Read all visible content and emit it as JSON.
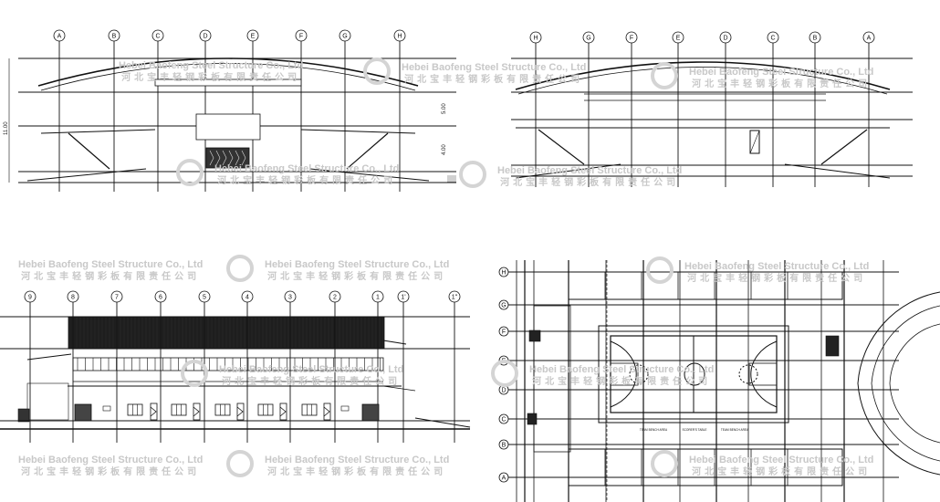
{
  "drawings": {
    "elevation_front": {
      "grid_labels": [
        "A",
        "B",
        "C",
        "D",
        "E",
        "F",
        "G",
        "H"
      ],
      "overall_height": "11.00",
      "dims": [
        "4.00",
        "5.00"
      ]
    },
    "elevation_rear": {
      "grid_labels": [
        "H",
        "G",
        "F",
        "E",
        "D",
        "C",
        "B",
        "A"
      ]
    },
    "elevation_side": {
      "grid_labels": [
        "9",
        "8",
        "7",
        "6",
        "5",
        "4",
        "3",
        "2",
        "1",
        "1'",
        "1''"
      ]
    },
    "floor_plan": {
      "row_labels": [
        "H",
        "G",
        "F",
        "E",
        "D",
        "C",
        "B",
        "A"
      ],
      "court_labels": [
        "TEAM BENCH AREA",
        "SCORER'S TABLE",
        "TEAM BENCH AREA"
      ]
    }
  },
  "watermark": {
    "en": "Hebei Baofeng Steel Structure Co., Ltd",
    "cn": "河北宝丰轻钢彩板有限责任公司"
  },
  "colors": {
    "line": "#111111",
    "watermark": "#c8c8c8"
  }
}
